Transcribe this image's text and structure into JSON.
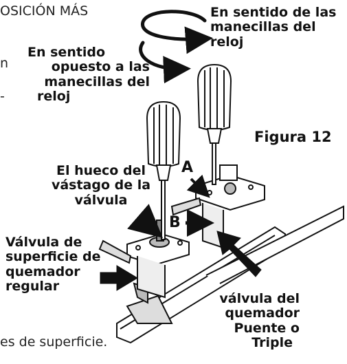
{
  "header_fragment": "OSICIÓN MÁS",
  "footer_fragment": "es de superficie.",
  "stray_marks": [
    "n",
    "-"
  ],
  "figure_label": "Figura 12",
  "rotation": {
    "clockwise": [
      "En sentido de las",
      "manecillas del",
      "reloj"
    ],
    "counterclockwise": [
      "En sentido",
      "opuesto a las",
      "manecillas del",
      "reloj"
    ]
  },
  "callouts": {
    "a": "A",
    "b": "B",
    "stem_notch": [
      "El hueco del",
      "vástago de la",
      "válvula"
    ],
    "regular_valve": [
      "Válvula de",
      "superficie de",
      "quemador",
      "regular"
    ],
    "bridge_valve": [
      "válvula del",
      "quemador",
      "Puente o",
      "Triple"
    ]
  }
}
